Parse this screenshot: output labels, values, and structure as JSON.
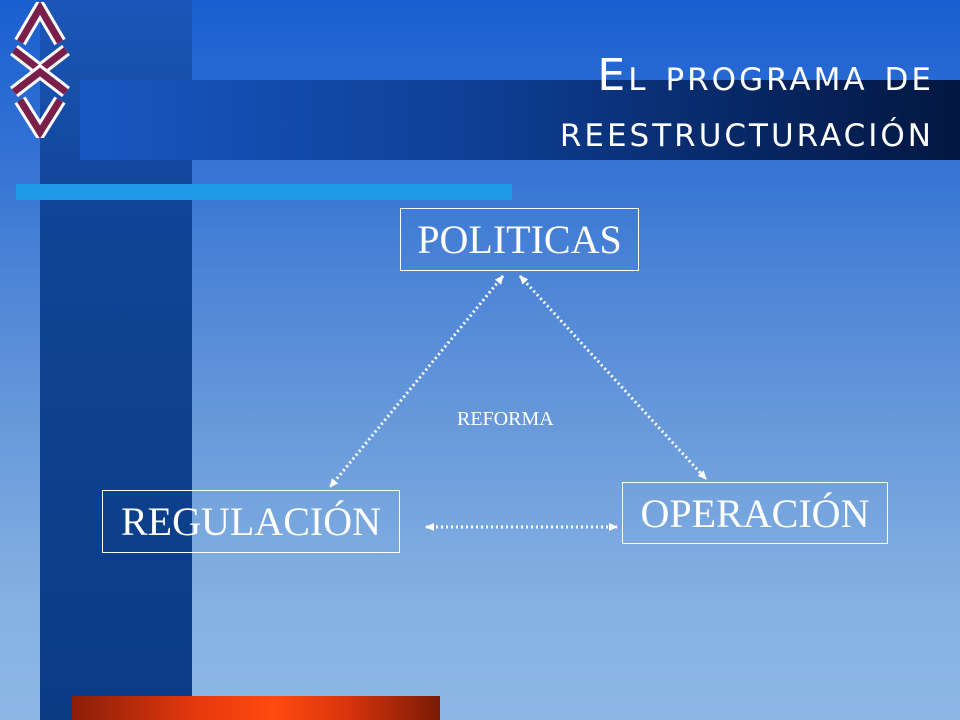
{
  "slide": {
    "title_line1": "El programa de",
    "title_line2": "reestructuración"
  },
  "diagram": {
    "nodes": {
      "politicas": "POLITICAS",
      "regulacion": "REGULACIÓN",
      "operacion": "OPERACIÓN"
    },
    "center_label": "REFORMA",
    "connections": [
      {
        "from": "politicas",
        "to": "regulacion",
        "style": "dotted",
        "arrowheads": "both"
      },
      {
        "from": "politicas",
        "to": "operacion",
        "style": "dotted",
        "arrowheads": "both"
      },
      {
        "from": "regulacion",
        "to": "operacion",
        "style": "dotted",
        "arrowheads": "both"
      }
    ]
  },
  "colors": {
    "background_top": "#1a5fd0",
    "background_bottom": "#8cb7e5",
    "accent_cyan": "#1f9ae8",
    "accent_orange": "#ff4a10",
    "logo_maroon": "#7a1f4a",
    "text": "#ffffff"
  },
  "icons": {
    "logo": "maroon-chevron-emblem-icon"
  }
}
